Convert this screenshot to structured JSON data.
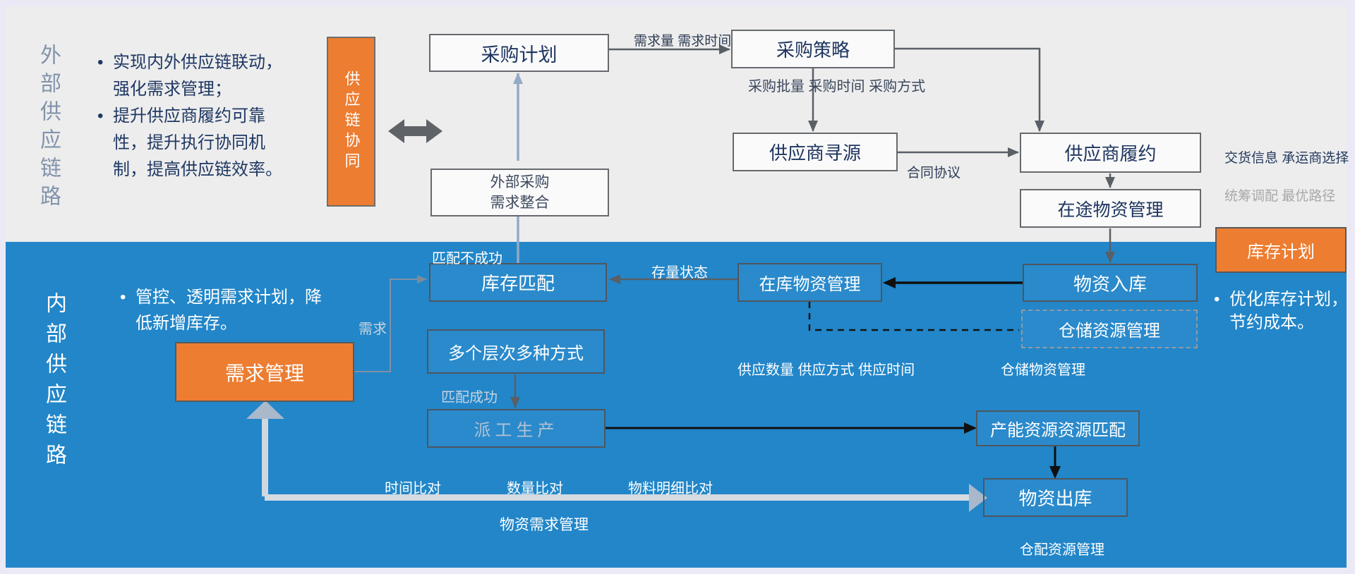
{
  "bullet_char": "•",
  "external": {
    "heading": "外部供应链路",
    "bullets": [
      "实现内外供应链联动，强化需求管理；",
      "提升供应商履约可靠性，提升执行协同机制，提高供应链效率。"
    ],
    "collab": "供应链协同",
    "nodes": {
      "plan": "采购计划",
      "strategy": "采购策略",
      "sourcing": "供应商寻源",
      "fulfillment": "供应商履约",
      "transit": "在途物资管理",
      "demand_merge": "外部采购\n需求整合"
    },
    "labels": {
      "demand": "需求量\n需求时间",
      "procurement": "采购批量\n采购时间\n采购方式",
      "contract": "合同协议",
      "delivery": "交货信息\n承运商选择",
      "delivery_gray": "统筹调配\n最优路径"
    }
  },
  "internal": {
    "heading": "内部供应链路",
    "bullet": "管控、透明需求计划，降低新增库存。",
    "right_bullet": "优化库存计划，节约成本。",
    "inventory_plan": "库存计划",
    "nodes": {
      "inventory_match": "库存匹配",
      "in_stock": "在库物资管理",
      "inbound": "物资入库",
      "warehouse_resource": "仓储资源管理",
      "multi_level": "多个层次多种方式",
      "dispatch_production": "派工生产",
      "capacity_match": "产能资源资源匹配",
      "outbound": "物资出库",
      "demand_mgmt": "需求管理"
    },
    "labels": {
      "match_fail": "匹配不成功",
      "stock_status": "存量状态",
      "demand": "需求",
      "match_success": "匹配成功",
      "supply": "供应数量\n供应方式\n供应时间",
      "warehouse_material": "仓储物资管理",
      "time_compare": "时间比对",
      "qty_compare": "数量比对",
      "detail_compare": "物料明细比对",
      "material_demand": "物资需求管理",
      "distribution_resource": "仓配资源管理"
    }
  },
  "colors": {
    "blue_band": "#2286c9",
    "gray_band": "#ededed",
    "orange": "#ed7d31",
    "navy_text": "#1e3560",
    "steel_connector": "#93a9c7"
  }
}
